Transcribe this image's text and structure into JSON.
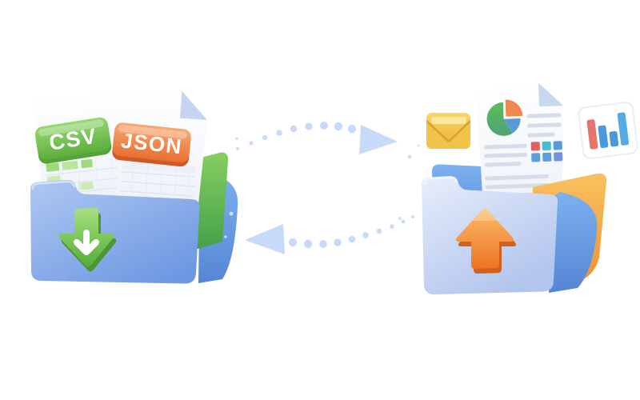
{
  "illustration": {
    "title": "Data exchange between folders",
    "left_group": {
      "name": "import-folder",
      "file_badges": [
        {
          "label": "CSV",
          "color": "#6fbe4c"
        },
        {
          "label": "JSON",
          "color": "#ef7f45"
        }
      ],
      "arrow": {
        "icon": "download-arrow-icon",
        "direction": "down",
        "color": "#6abd47"
      },
      "folder_front_color": "#8cb0ec",
      "divider_color": "#58ad4b"
    },
    "exchange": {
      "top_arrow": {
        "icon": "dotted-arrow-right-icon",
        "direction": "right",
        "style": "dotted",
        "color": "#c7dbf8"
      },
      "bottom_arrow": {
        "icon": "dotted-arrow-left-icon",
        "direction": "left",
        "style": "dotted",
        "color": "#c7dbf8"
      }
    },
    "right_group": {
      "name": "export-folder",
      "report_document": {
        "icons": [
          "pie-chart-icon",
          "data-grid-icon"
        ],
        "pie_colors": [
          "#53b158",
          "#f28a50",
          "#5b9bd5"
        ],
        "grid_colors": [
          "#e06060",
          "#46bdd5",
          "#5b9bd5",
          "#5e9edc",
          "#5e9edc",
          "#7492dd"
        ]
      },
      "envelope": {
        "icon": "envelope-icon",
        "color": "#f3c84e"
      },
      "bar_card": {
        "icon": "bar-chart-icon",
        "bar_colors": [
          "#e5766b",
          "#4b98da",
          "#4b98da",
          "#58a9e8"
        ]
      },
      "arrow": {
        "icon": "upload-arrow-icon",
        "direction": "up",
        "color": "#f5913f"
      },
      "folder_front_color": "#dbe5f6",
      "divider_color": "#f2a23e"
    }
  }
}
